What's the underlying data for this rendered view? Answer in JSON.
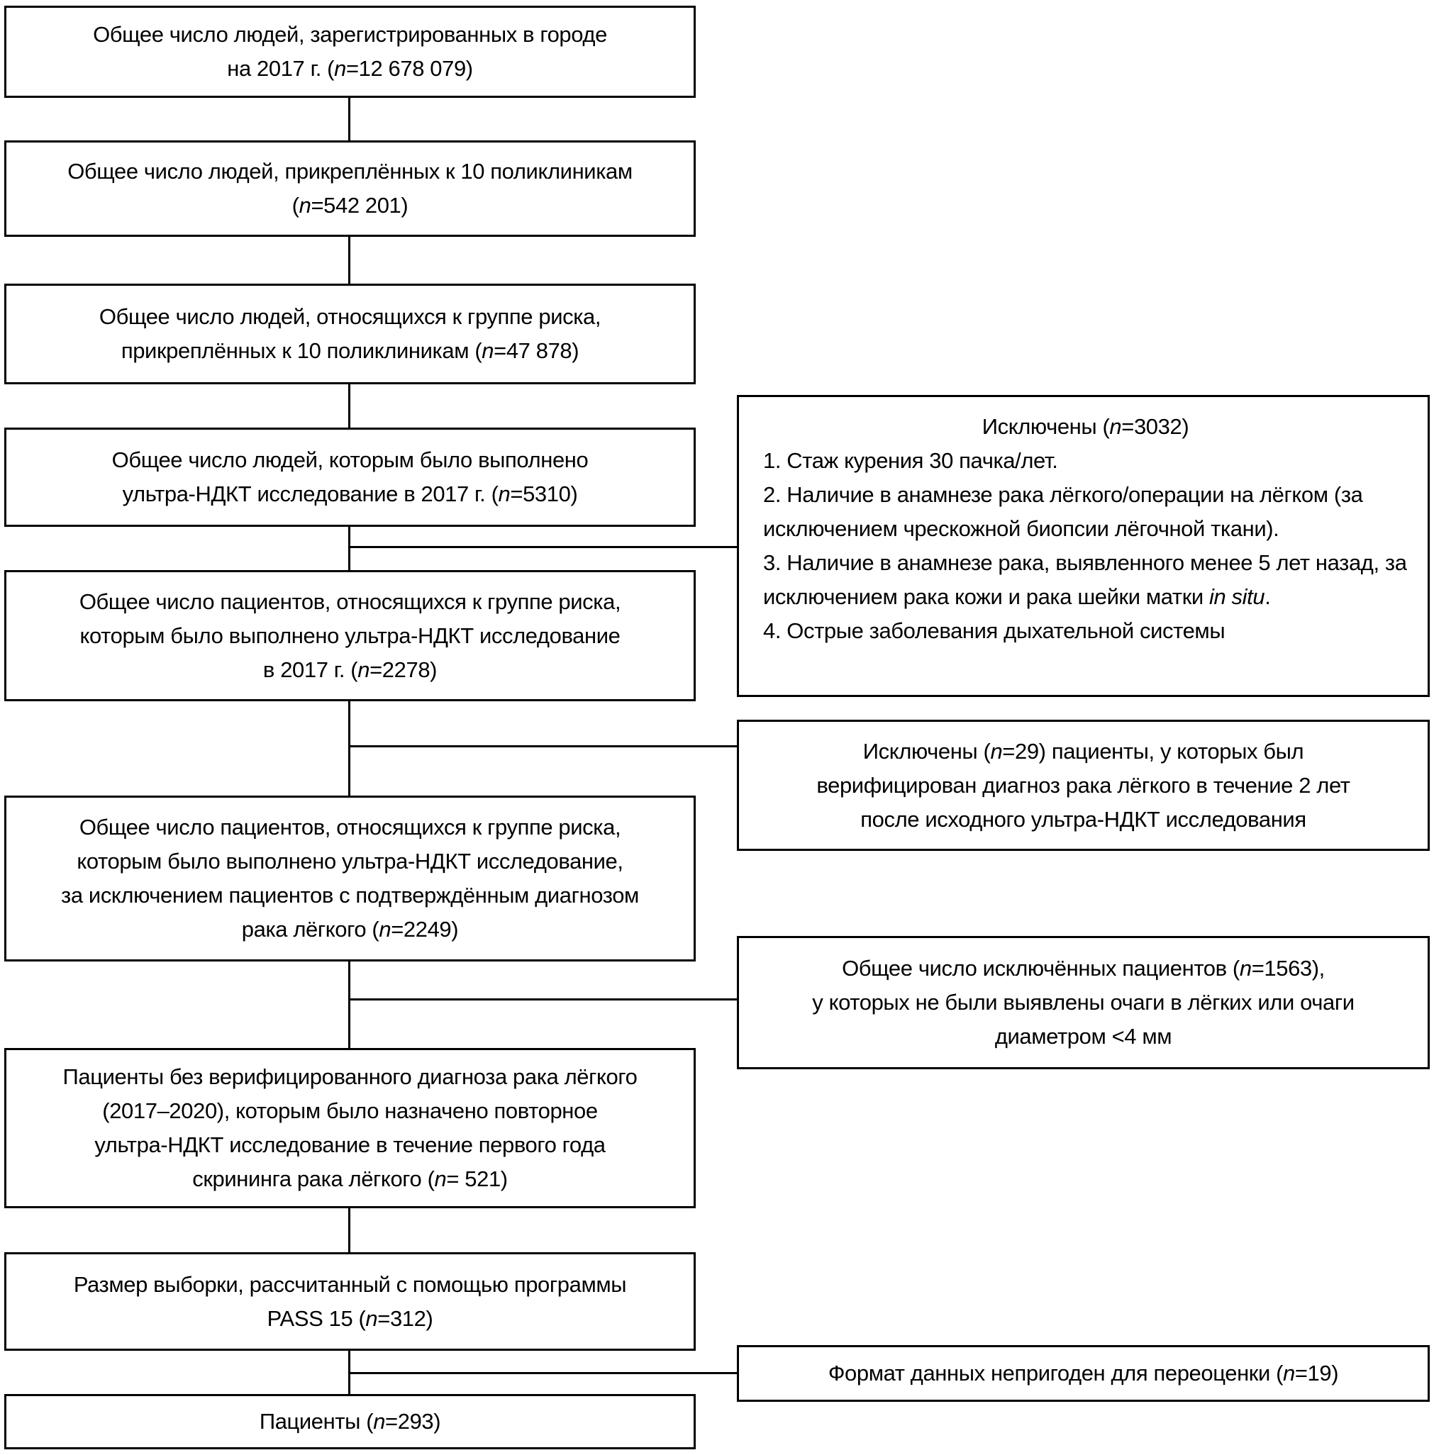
{
  "colors": {
    "background": "#ffffff",
    "border": "#000000",
    "text": "#000000"
  },
  "flowchart": {
    "main_boxes": [
      {
        "name": "registered-city",
        "lines": [
          "Общее число людей, зарегистрированных в городе",
          "на 2017 г. (*n*=12 678 079)"
        ]
      },
      {
        "name": "attached-polyclinics",
        "lines": [
          "Общее число людей, прикреплённых к 10 поликлиникам",
          "(*n*=542 201)"
        ]
      },
      {
        "name": "risk-group-attached",
        "lines": [
          "Общее число людей, относящихся к группе риска,",
          "прикреплённых к 10 поликлиникам (*n*=47 878)"
        ]
      },
      {
        "name": "uldct-performed-2017",
        "lines": [
          "Общее число людей, которым было выполнено",
          "ультра-НДКТ исследование в 2017 г. (*n*=5310)"
        ]
      },
      {
        "name": "risk-group-uldct-2017",
        "lines": [
          "Общее число пациентов, относящихся к группе риска,",
          "которым было выполнено ультра-НДКТ исследование",
          "в 2017 г. (*n*=2278)"
        ]
      },
      {
        "name": "risk-group-uldct-excluding-confirmed",
        "lines": [
          "Общее число пациентов, относящихся к группе риска,",
          "которым было выполнено ультра-НДКТ исследование,",
          "за исключением пациентов с подтверждённым диагнозом",
          "рака лёгкого (*n*=2249)"
        ]
      },
      {
        "name": "no-verified-diagnosis-repeat-uldct",
        "lines": [
          "Пациенты без верифицированного диагноза рака лёгкого",
          "(2017–2020), которым было назначено повторное",
          "ультра-НДКТ исследование в течение первого года",
          "скрининга рака лёгкого (*n*= 521)"
        ]
      },
      {
        "name": "sample-size-pass",
        "lines": [
          "Размер выборки, рассчитанный с помощью программы",
          "PASS 15 (*n*=312)"
        ]
      },
      {
        "name": "patients-final",
        "lines": [
          "Пациенты (*n*=293)"
        ]
      }
    ],
    "side_boxes": [
      {
        "name": "excluded-3032",
        "title": "Исключены (*n*=3032)",
        "items": [
          "1. Стаж курения 30 пачка/лет.",
          "2. Наличие в анамнезе рака лёгкого/операции на лёгком (за исключением чрескожной биопсии лёгочной ткани).",
          "3. Наличие в анамнезе рака, выявленного менее 5 лет назад, за исключением рака кожи и рака шейки матки *in situ*.",
          "4. Острые заболевания дыхательной системы"
        ]
      },
      {
        "name": "excluded-29",
        "lines": [
          "Исключены (*n*=29) пациенты, у которых был",
          "верифицирован диагноз рака лёгкого в течение 2 лет",
          "после исходного ультра-НДКТ исследования"
        ]
      },
      {
        "name": "excluded-1563",
        "lines": [
          "Общее число исключённых пациентов (*n*=1563),",
          "у которых не были выявлены очаги в лёгких или очаги",
          "диаметром <4 мм"
        ]
      },
      {
        "name": "format-unsuitable",
        "lines": [
          "Формат данных непригоден для переоценки (*n*=19)"
        ]
      }
    ]
  }
}
